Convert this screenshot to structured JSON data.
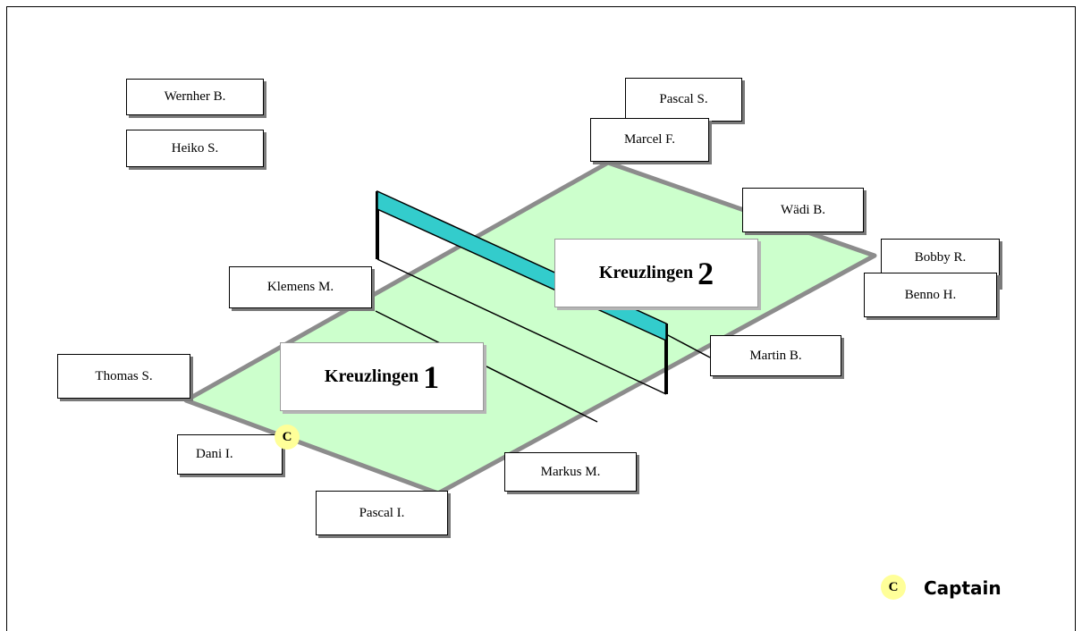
{
  "teams": {
    "team1": {
      "name": "Kreuzlingen",
      "number": "1"
    },
    "team2": {
      "name": "Kreuzlingen",
      "number": "2"
    }
  },
  "players": {
    "wernher": "Wernher B.",
    "heiko": "Heiko S.",
    "pascal_s": "Pascal S.",
    "marcel": "Marcel F.",
    "waedi": "Wädi B.",
    "bobby": "Bobby R.",
    "benno": "Benno H.",
    "klemens": "Klemens M.",
    "martin": "Martin B.",
    "thomas": "Thomas S.",
    "dani": "Dani I.",
    "markus": "Markus M.",
    "pascal_i": "Pascal I."
  },
  "captain": {
    "symbol": "C",
    "player": "Dani I."
  },
  "legend": {
    "symbol": "C",
    "label": "Captain"
  },
  "colors": {
    "court": "#ccffcc",
    "court_border": "#8c8c8c",
    "net": "#33cccc",
    "captain_badge": "#ffff99"
  }
}
